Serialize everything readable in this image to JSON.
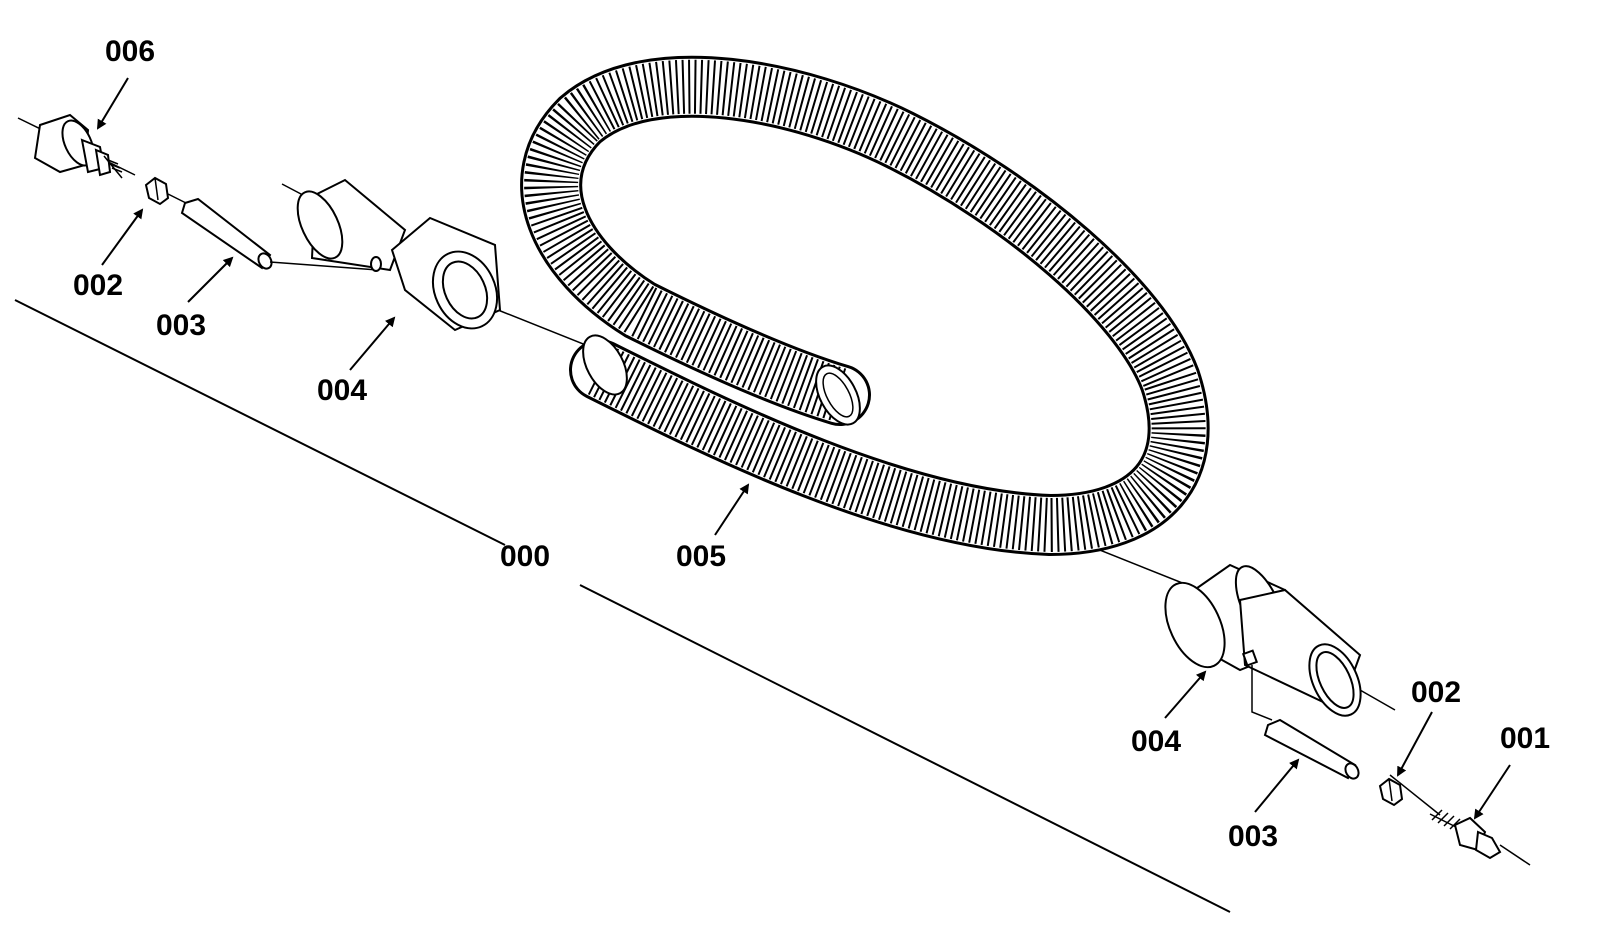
{
  "callouts": {
    "assembly": "000",
    "fitting_right": "001",
    "nut_left": "002",
    "nut_right": "002",
    "sleeve_left": "003",
    "sleeve_right": "003",
    "cuff_left": "004",
    "cuff_right": "004",
    "hose": "005",
    "fitting_left": "006"
  }
}
